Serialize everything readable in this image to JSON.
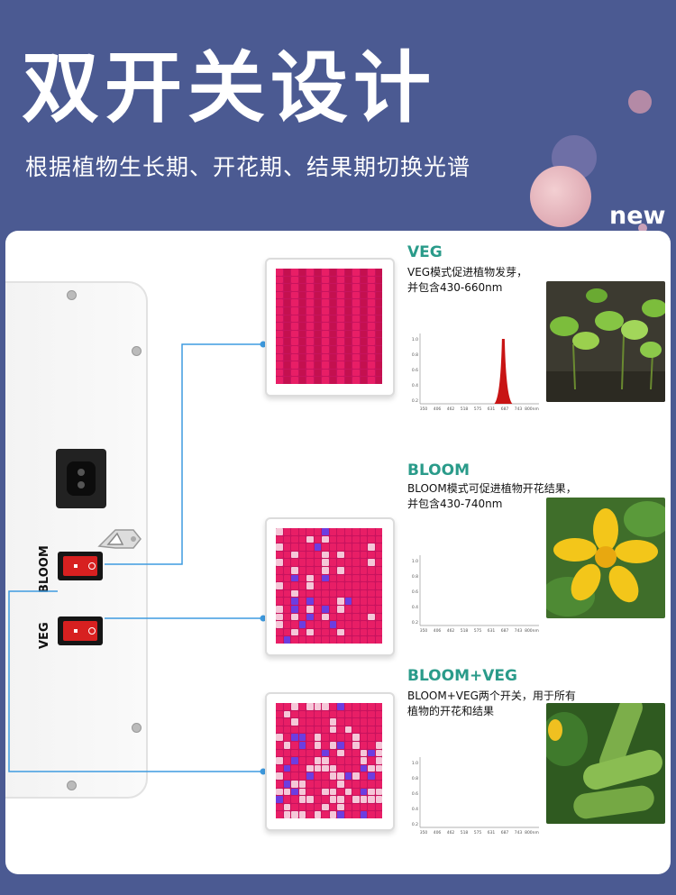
{
  "header": {
    "title": "双开关设计",
    "subtitle": "根据植物生长期、开花期、结果期切换光谱",
    "badge": "new"
  },
  "device": {
    "switch_labels": [
      "BLOOM",
      "VEG"
    ]
  },
  "modes": [
    {
      "title": "VEG",
      "desc_line1": "VEG模式促进植物发芽，",
      "desc_line2": "并包含430-660nm",
      "photo": "seedling-photo"
    },
    {
      "title": "BLOOM",
      "desc_line1": "BLOOM模式可促进植物开花结果，",
      "desc_line2": "并包含430-740nm",
      "photo": "yellow-flower-photo"
    },
    {
      "title": "BLOOM+VEG",
      "desc_line1": "BLOOM+VEG两个开关，用于所有",
      "desc_line2": "植物的开花和结果",
      "photo": "zucchini-photo"
    }
  ],
  "spectrum_axis": {
    "x_ticks": [
      "350",
      "406",
      "462",
      "518",
      "575",
      "631",
      "687",
      "743",
      "800nm"
    ],
    "y_ticks": [
      "1.0",
      "0.8",
      "0.6",
      "0.4",
      "0.2"
    ]
  },
  "colors": {
    "background": "#4b5a92",
    "accent_teal": "#2a9b8a",
    "wire_blue": "#3e9be0",
    "led_red": "#e81e66"
  }
}
